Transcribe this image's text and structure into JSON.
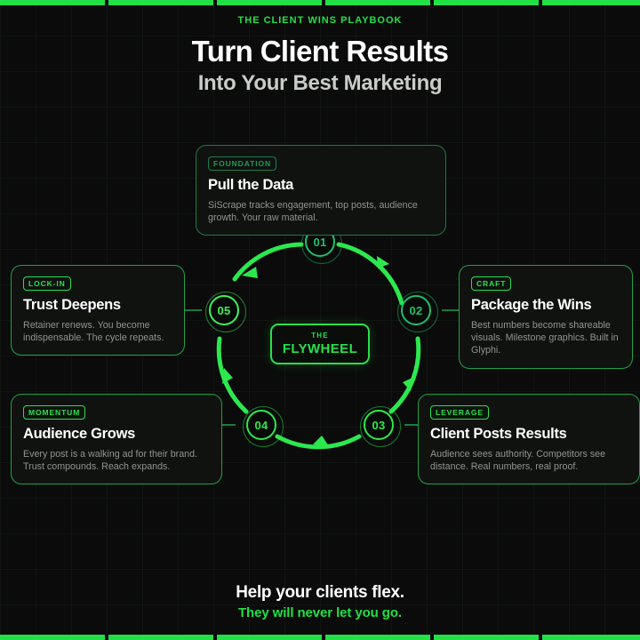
{
  "header": {
    "eyebrow": "THE CLIENT WINS PLAYBOOK",
    "title_line1": "Turn Client Results",
    "title_line2": "Into Your Best Marketing"
  },
  "hub": {
    "small": "THE",
    "big": "FLYWHEEL"
  },
  "steps": [
    {
      "number": "01",
      "badge": "FOUNDATION",
      "title": "Pull the Data",
      "body": "SiScrape tracks engagement, top posts, audience growth. Your raw material."
    },
    {
      "number": "02",
      "badge": "CRAFT",
      "title": "Package the Wins",
      "body": "Best numbers become shareable visuals. Milestone graphics. Built in Glyphi."
    },
    {
      "number": "03",
      "badge": "LEVERAGE",
      "title": "Client Posts Results",
      "body": "Audience sees authority. Competitors see distance. Real numbers, real proof."
    },
    {
      "number": "04",
      "badge": "MOMENTUM",
      "title": "Audience Grows",
      "body": "Every post is a walking ad for their brand. Trust compounds. Reach expands."
    },
    {
      "number": "05",
      "badge": "LOCK-IN",
      "title": "Trust Deepens",
      "body": "Retainer renews. You become indispensable. The cycle repeats."
    }
  ],
  "footer": {
    "line1": "Help your clients flex.",
    "line2": "They will never let you go."
  },
  "colors": {
    "background": "#0a0b0a",
    "accent_bright": "#27e04b",
    "accent_bar": "#22e046",
    "accent_dim": "#1d7a44",
    "title": "#ffffff",
    "subtitle": "#c9cdc9",
    "body_text": "#8f948f"
  }
}
